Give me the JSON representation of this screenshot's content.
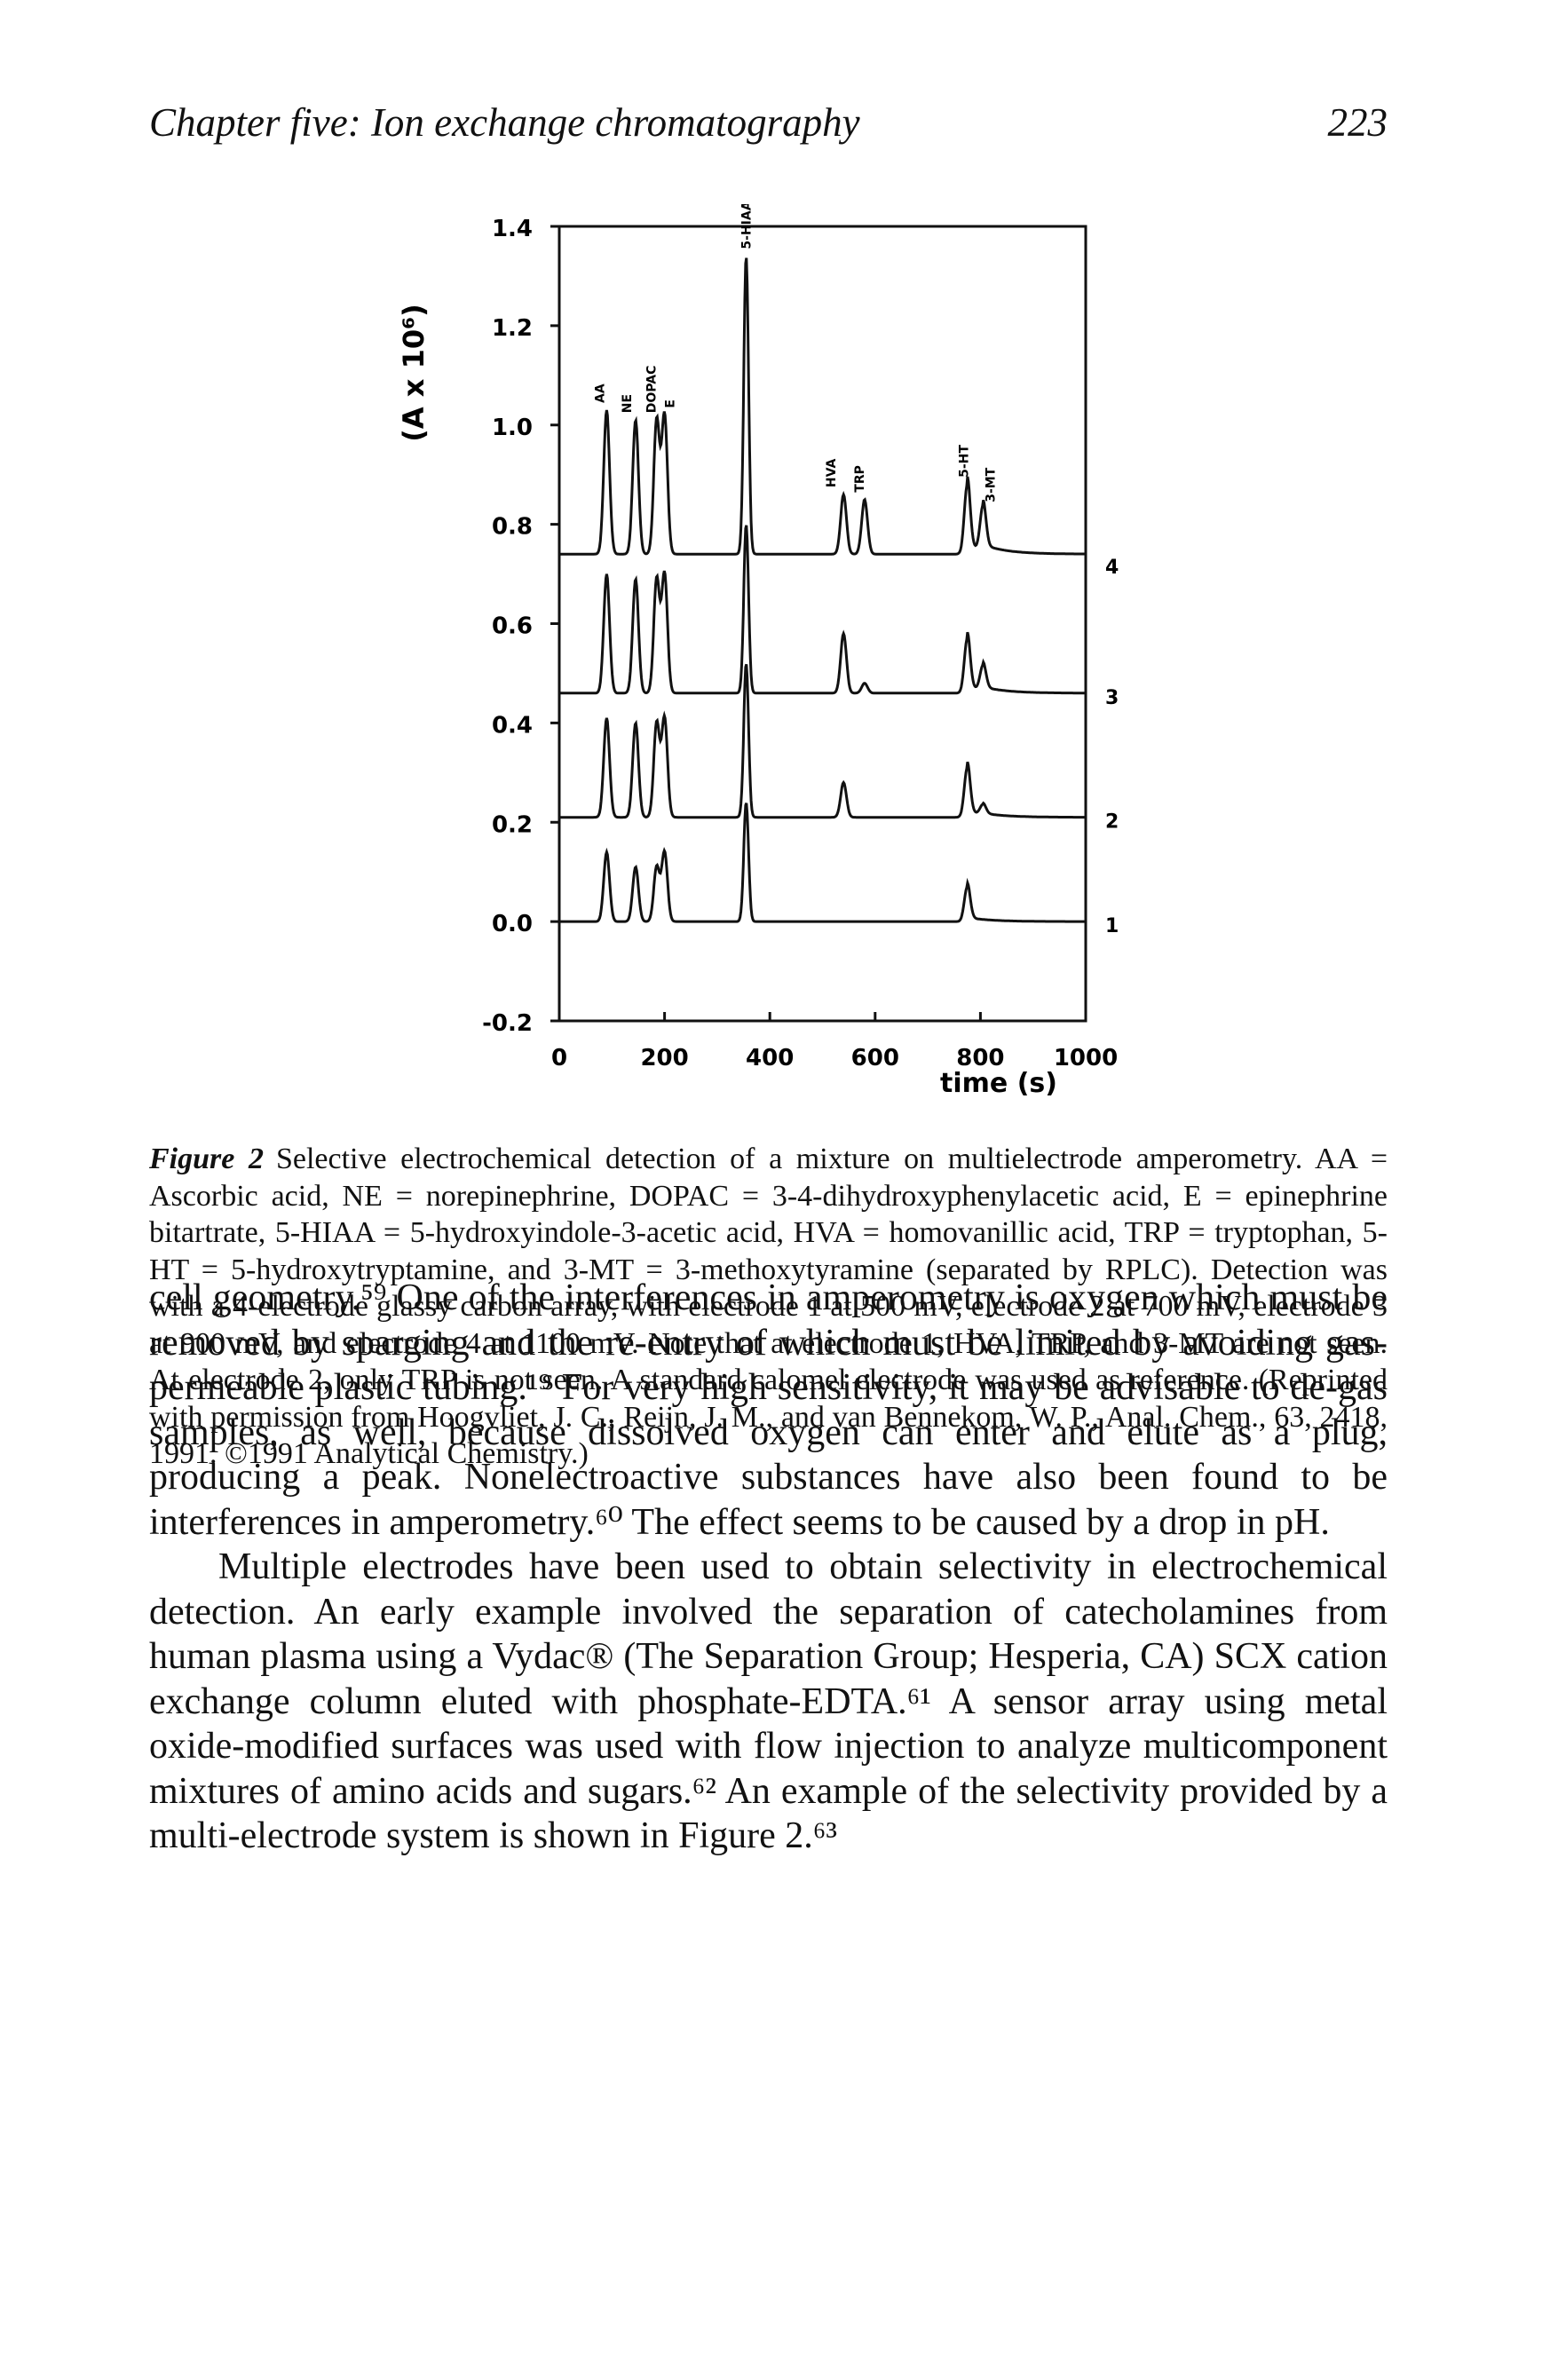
{
  "running_head": {
    "title": "Chapter five:   Ion exchange chromatography",
    "page_number": "223"
  },
  "figure": {
    "label": "Figure 2",
    "caption": "Selective electrochemical detection of a mixture on multielectrode amperometry. AA = Ascorbic acid, NE = norepinephrine, DOPAC = 3-4-dihydroxyphenylacetic acid, E = epinephrine bitartrate, 5-HIAA = 5-hydroxyindole-3-acetic acid, HVA = homovanillic acid, TRP = tryptophan, 5-HT = 5-hydroxytryptamine, and 3-MT = 3-methoxytyramine (separated by RPLC). Detection was with a 4-electrode glassy carbon array, with electrode 1 at 500 mV, electrode 2 at 700 mV, electrode 3 at 900 mV, and electrode 4 at 1100 mV. Note that at electrode 1, HVA, TRP, and 3-MT are not seen. At electrode 2, only TRP is not seen. A standard calomel electrode was used as reference. (Reprinted with permission from Hoogvliet, J. C., Reijn, J. M., and van Bennekom, W. P., Anal. Chem., 63, 2418, 1991. ©1991 Analytical Chemistry.)"
  },
  "chart_data": {
    "type": "line",
    "xlabel": "time (s)",
    "ylabel": "(A x 10⁶)",
    "xlim": [
      0,
      1000
    ],
    "ylim": [
      -0.2,
      1.4
    ],
    "x_ticks": [
      "0",
      "200",
      "400",
      "600",
      "800",
      "1000"
    ],
    "y_ticks": [
      "1.4",
      "1.2",
      "1.0",
      "0.8",
      "0.6",
      "0.4",
      "0.2",
      "0.0",
      "-0.2"
    ],
    "peak_labels": [
      "AA",
      "NE",
      "DOPAC",
      "E",
      "5-HIAA",
      "HVA",
      "TRP",
      "5-HT",
      "3-MT"
    ],
    "series": [
      {
        "name": "1",
        "baseline": 0.0,
        "peaks": [
          {
            "label": "AA",
            "x": 90,
            "h": 0.14
          },
          {
            "label": "NE",
            "x": 145,
            "h": 0.11
          },
          {
            "label": "DOPAC",
            "x": 185,
            "h": 0.11
          },
          {
            "label": "E",
            "x": 200,
            "h": 0.14
          },
          {
            "label": "5-HIAA",
            "x": 355,
            "h": 0.24
          },
          {
            "label": "5-HT",
            "x": 775,
            "h": 0.07
          }
        ]
      },
      {
        "name": "2",
        "baseline": 0.21,
        "peaks": [
          {
            "label": "AA",
            "x": 90,
            "h": 0.2
          },
          {
            "label": "NE",
            "x": 145,
            "h": 0.19
          },
          {
            "label": "DOPAC",
            "x": 185,
            "h": 0.19
          },
          {
            "label": "E",
            "x": 200,
            "h": 0.2
          },
          {
            "label": "5-HIAA",
            "x": 355,
            "h": 0.31
          },
          {
            "label": "HVA",
            "x": 540,
            "h": 0.07
          },
          {
            "label": "5-HT",
            "x": 775,
            "h": 0.1
          },
          {
            "label": "3-MT",
            "x": 805,
            "h": 0.02
          }
        ]
      },
      {
        "name": "3",
        "baseline": 0.46,
        "peaks": [
          {
            "label": "AA",
            "x": 90,
            "h": 0.24
          },
          {
            "label": "NE",
            "x": 145,
            "h": 0.23
          },
          {
            "label": "DOPAC",
            "x": 185,
            "h": 0.23
          },
          {
            "label": "E",
            "x": 200,
            "h": 0.24
          },
          {
            "label": "5-HIAA",
            "x": 355,
            "h": 0.34
          },
          {
            "label": "HVA",
            "x": 540,
            "h": 0.12
          },
          {
            "label": "TRP",
            "x": 580,
            "h": 0.02
          },
          {
            "label": "5-HT",
            "x": 775,
            "h": 0.11
          },
          {
            "label": "3-MT",
            "x": 805,
            "h": 0.05
          }
        ]
      },
      {
        "name": "4",
        "baseline": 0.74,
        "peaks": [
          {
            "label": "AA",
            "x": 90,
            "h": 0.29
          },
          {
            "label": "NE",
            "x": 145,
            "h": 0.27
          },
          {
            "label": "DOPAC",
            "x": 185,
            "h": 0.27
          },
          {
            "label": "E",
            "x": 200,
            "h": 0.28
          },
          {
            "label": "5-HIAA",
            "x": 355,
            "h": 0.6
          },
          {
            "label": "HVA",
            "x": 540,
            "h": 0.12
          },
          {
            "label": "TRP",
            "x": 580,
            "h": 0.11
          },
          {
            "label": "5-HT",
            "x": 775,
            "h": 0.14
          },
          {
            "label": "3-MT",
            "x": 805,
            "h": 0.09
          }
        ]
      }
    ]
  },
  "body": {
    "p1": "cell geometry.⁵⁹ One of the interferences in amperometry is oxygen which must be removed by sparging and the re-entry of which must be limited by avoiding gas-permeable plastic tubing.¹⁹ For very high sensitivity, it may be advisable to de-gas samples, as well, because dissolved oxygen can enter and elute as a plug, producing a peak. Nonelectroactive substances have also been found to be interferences in amperometry.⁶⁰ The effect seems to be caused by a drop in pH.",
    "p2": "Multiple electrodes have been used to obtain selectivity in electrochemical detection. An early example involved the separation of catecholamines from human plasma using a Vydac® (The Separation Group; Hesperia, CA) SCX cation exchange column eluted with phosphate-EDTA.⁶¹ A sensor array using metal oxide-modified surfaces was used with flow injection to analyze multicomponent mixtures of amino acids and sugars.⁶² An example of the selectivity provided by a multi-electrode system is shown in Figure 2.⁶³"
  }
}
